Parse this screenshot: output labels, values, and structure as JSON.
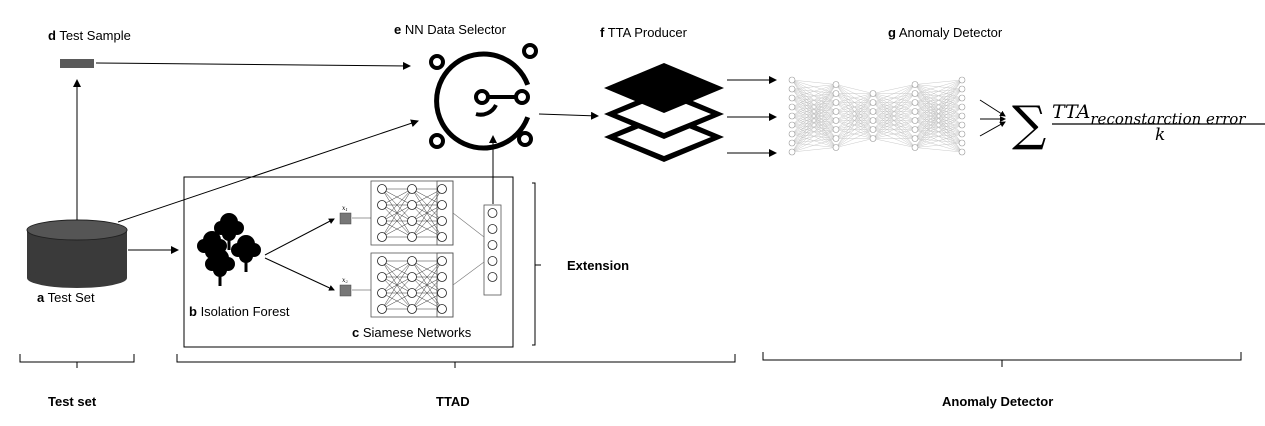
{
  "labels": {
    "test_sample": {
      "letter": "d",
      "text": " Test Sample"
    },
    "nn_selector": {
      "letter": "e",
      "text": " NN Data Selector"
    },
    "tta_producer": {
      "letter": "f",
      "text": " TTA Producer"
    },
    "anomaly_detector": {
      "letter": "g",
      "text": " Anomaly Detector"
    },
    "test_set": {
      "letter": "a",
      "text": " Test Set"
    },
    "isolation_forest": {
      "letter": "b",
      "text": " Isolation Forest"
    },
    "siamese": {
      "letter": "c",
      "text": " Siamese Networks"
    },
    "extension": "Extension"
  },
  "siamese_inputs": {
    "top": "x",
    "top_sub": "1",
    "bottom": "x",
    "bottom_sub": "2"
  },
  "formula": {
    "sum": "∑",
    "numerator_main": "TTA",
    "numerator_sub": "reconstarction error",
    "denominator": "k"
  },
  "bottom_groups": {
    "test_set": "Test set",
    "ttad": "TTAD",
    "anomaly_detector": "Anomaly Detector"
  },
  "colors": {
    "stroke": "#000000",
    "cylinder": "#3a3a3a",
    "network_line": "#bdbdbd",
    "box_gray": "#777777"
  }
}
